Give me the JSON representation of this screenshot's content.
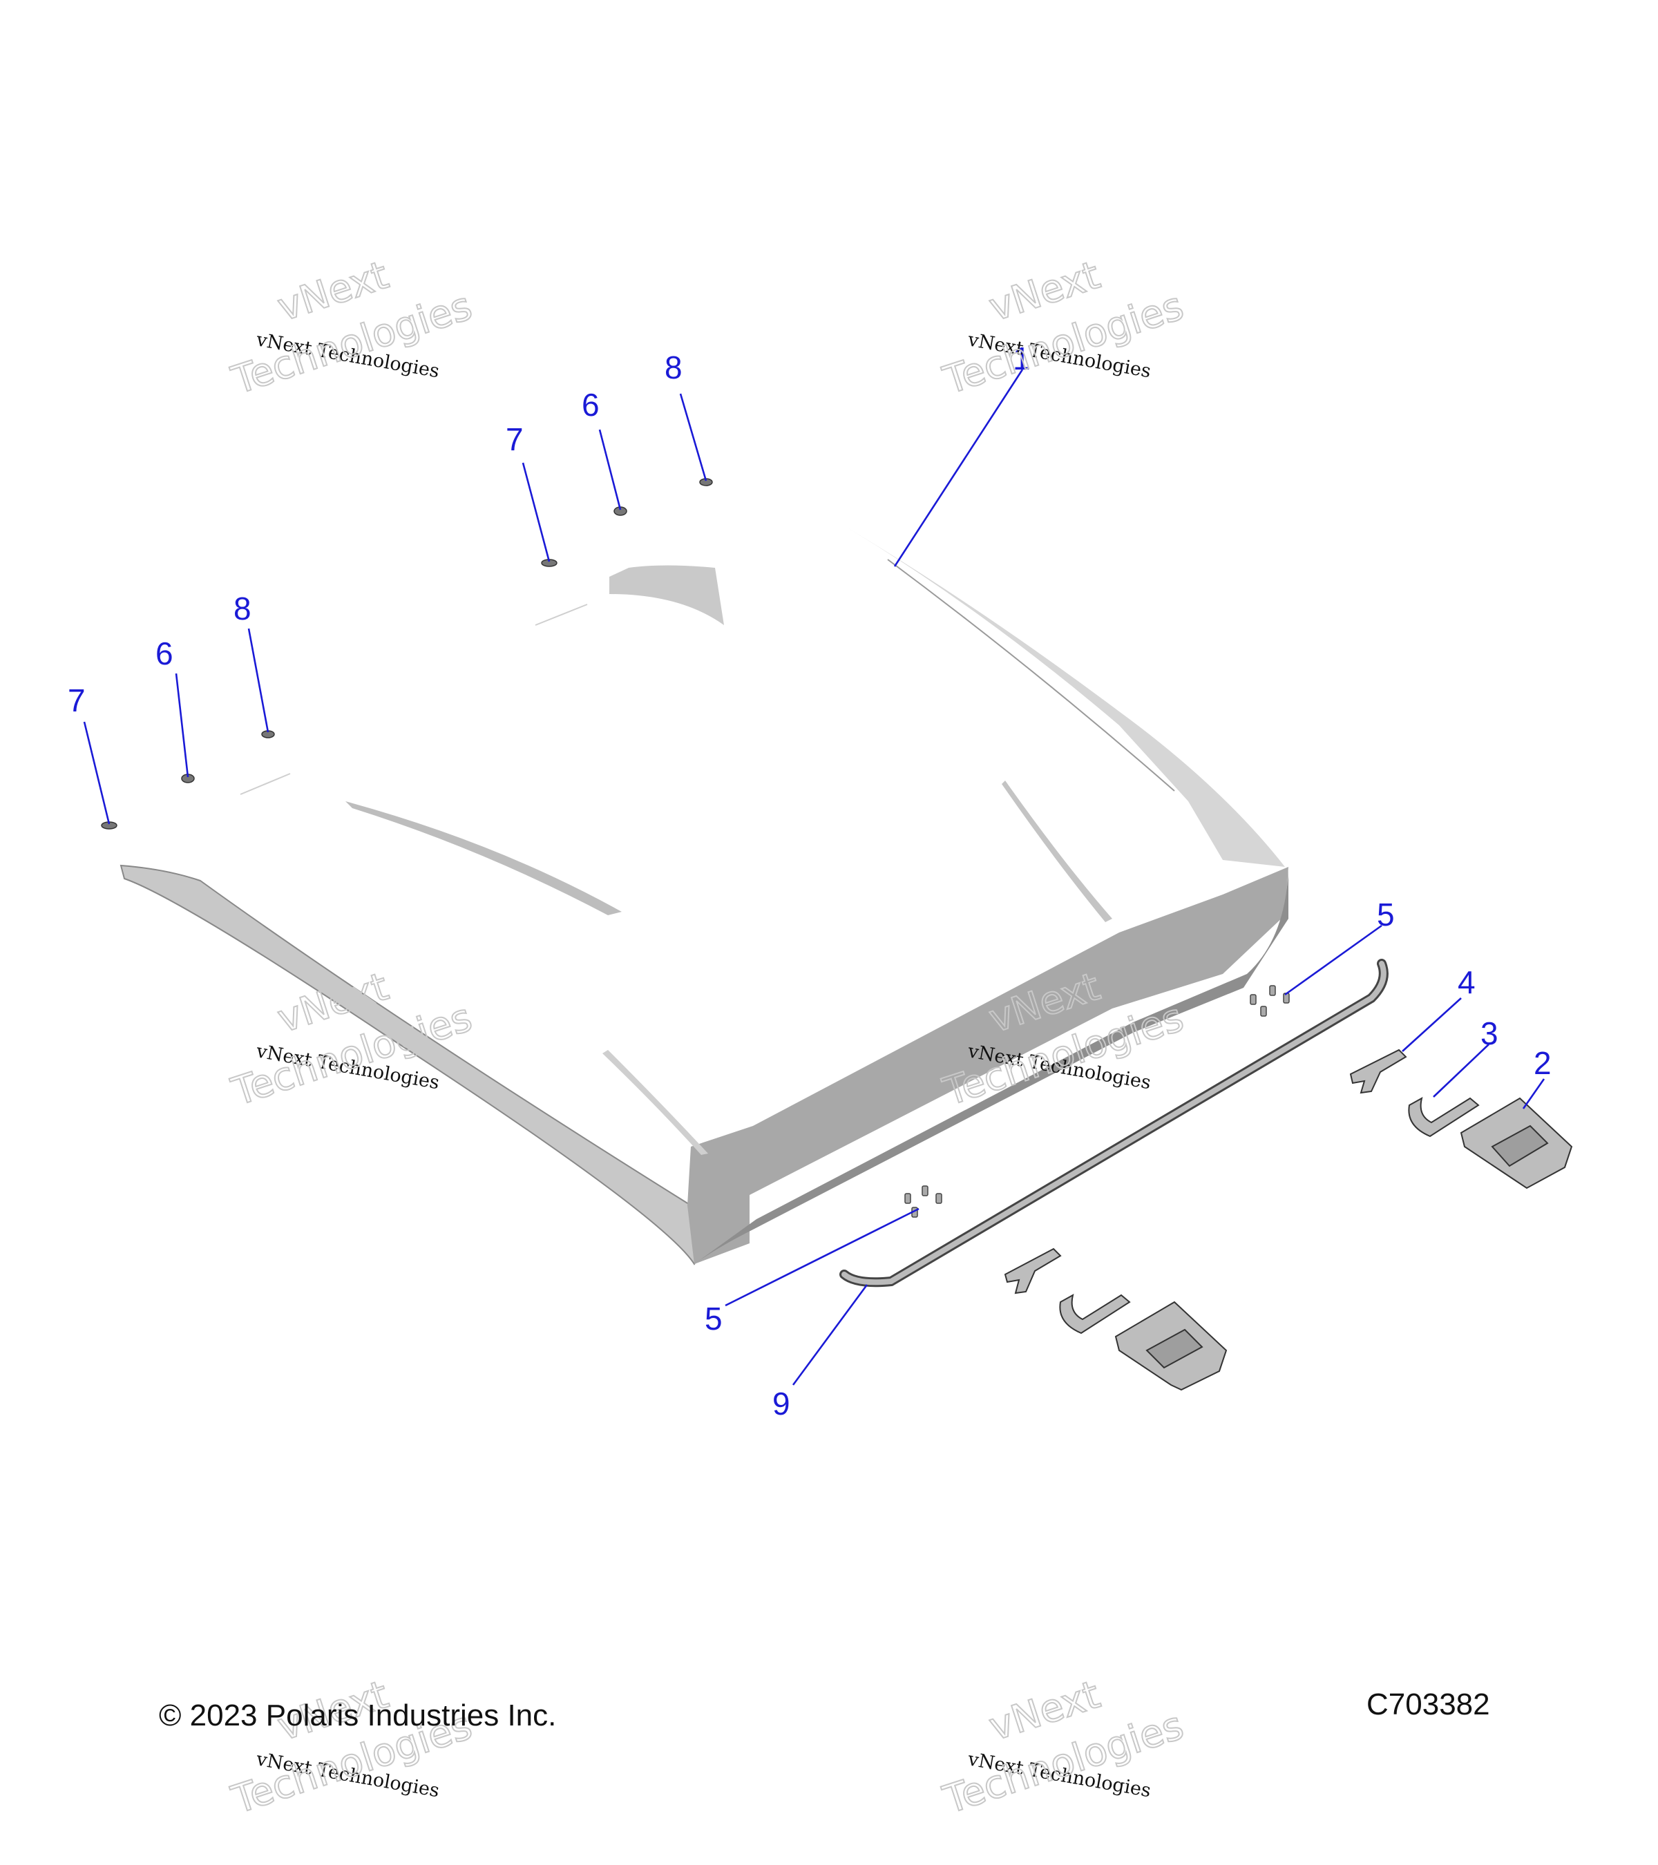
{
  "diagram": {
    "callouts": [
      {
        "id": "c1",
        "label": "1"
      },
      {
        "id": "c2",
        "label": "2"
      },
      {
        "id": "c3",
        "label": "3"
      },
      {
        "id": "c4",
        "label": "4"
      },
      {
        "id": "c5a",
        "label": "5"
      },
      {
        "id": "c5b",
        "label": "5"
      },
      {
        "id": "c6a",
        "label": "6"
      },
      {
        "id": "c6b",
        "label": "6"
      },
      {
        "id": "c7a",
        "label": "7"
      },
      {
        "id": "c7b",
        "label": "7"
      },
      {
        "id": "c8a",
        "label": "8"
      },
      {
        "id": "c8b",
        "label": "8"
      },
      {
        "id": "c9",
        "label": "9"
      }
    ],
    "colors": {
      "callout": "#1a1ad6",
      "part_shade": "#b4b4b4",
      "part_edge": "#333333"
    }
  },
  "footer": {
    "copyright": "© 2023 Polaris Industries Inc.",
    "diagram_code": "C703382"
  },
  "watermark": {
    "line_small": "vNext Technologies",
    "line_big_1": "vNext",
    "line_big_2": "Technologies"
  }
}
